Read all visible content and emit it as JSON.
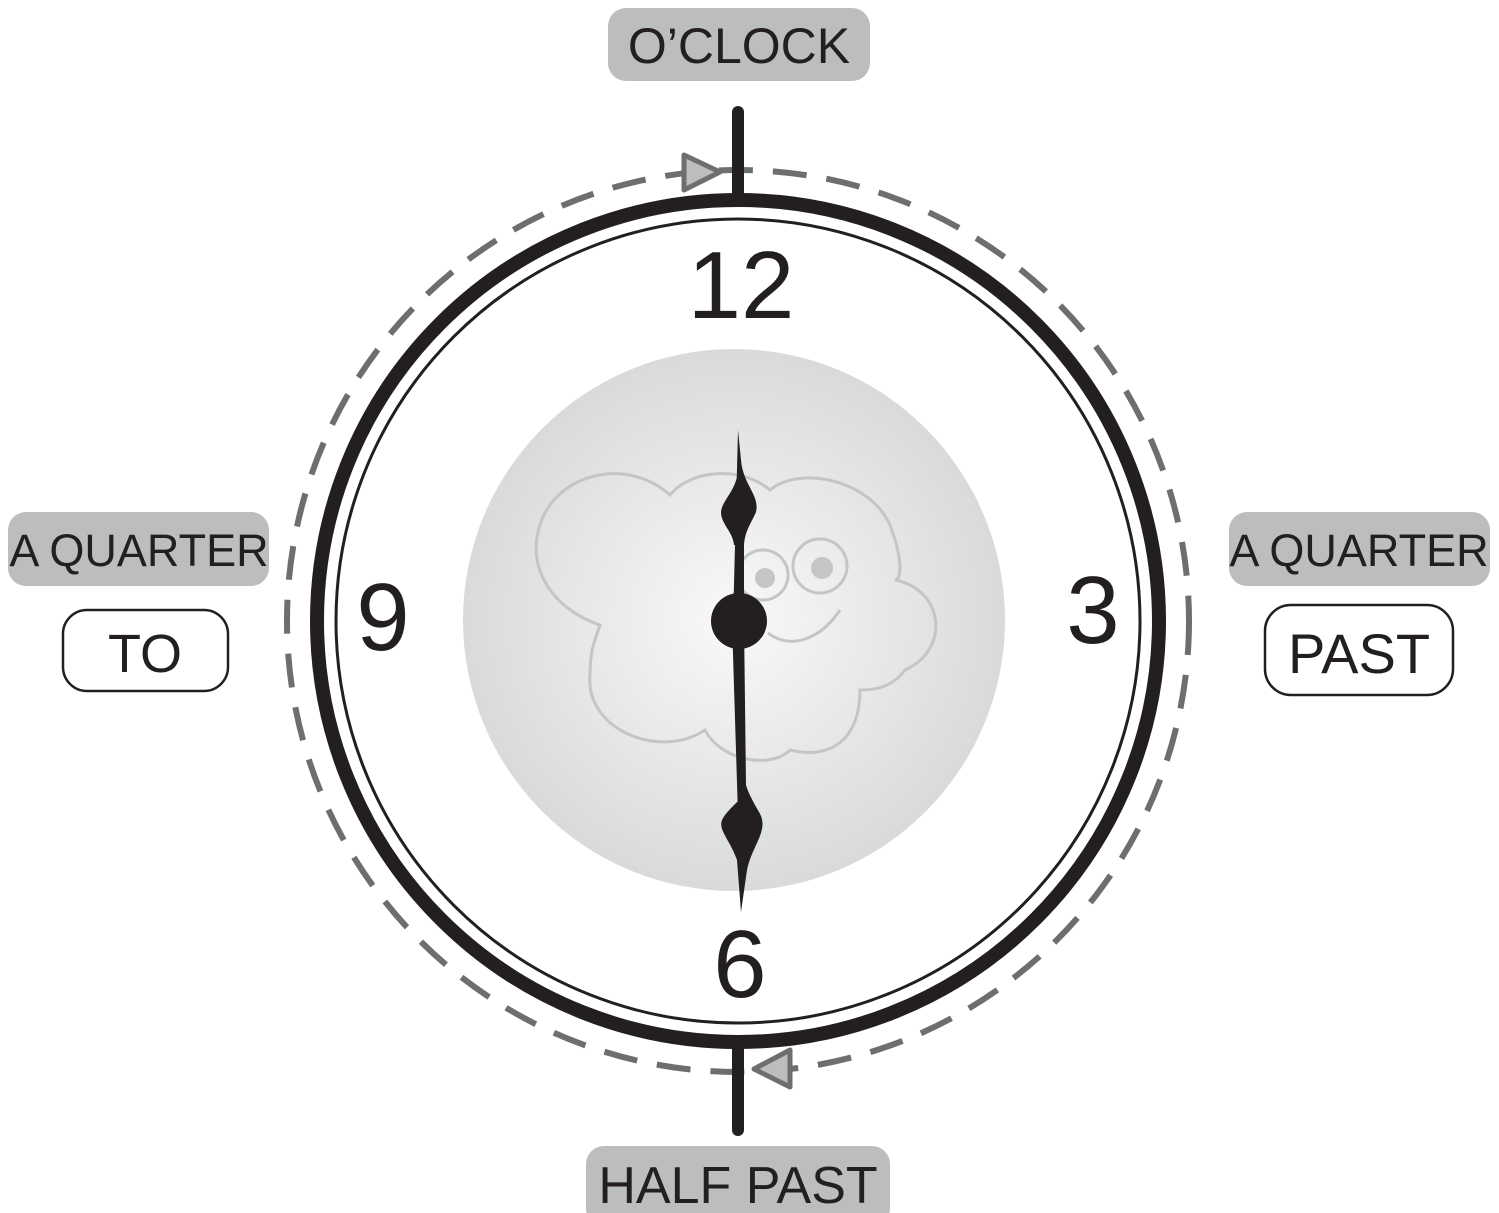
{
  "diagram": {
    "numbers": {
      "twelve": "12",
      "three": "3",
      "six": "6",
      "nine": "9"
    },
    "labels": {
      "top": "O’CLOCK",
      "bottom": "HALF PAST",
      "left_upper": "A QUARTER",
      "left_lower": "TO",
      "right_upper": "A QUARTER",
      "right_lower": "PAST"
    },
    "time_shown": {
      "hour": 12,
      "minute": 30
    },
    "colors": {
      "ink": "#231f20",
      "label_fill": "#bcbdbf",
      "dashed_track": "#6d6e70",
      "face_center": "#f7f7f8",
      "face_edge": "#d9dadb",
      "cloud": "#c4c5c7"
    }
  }
}
